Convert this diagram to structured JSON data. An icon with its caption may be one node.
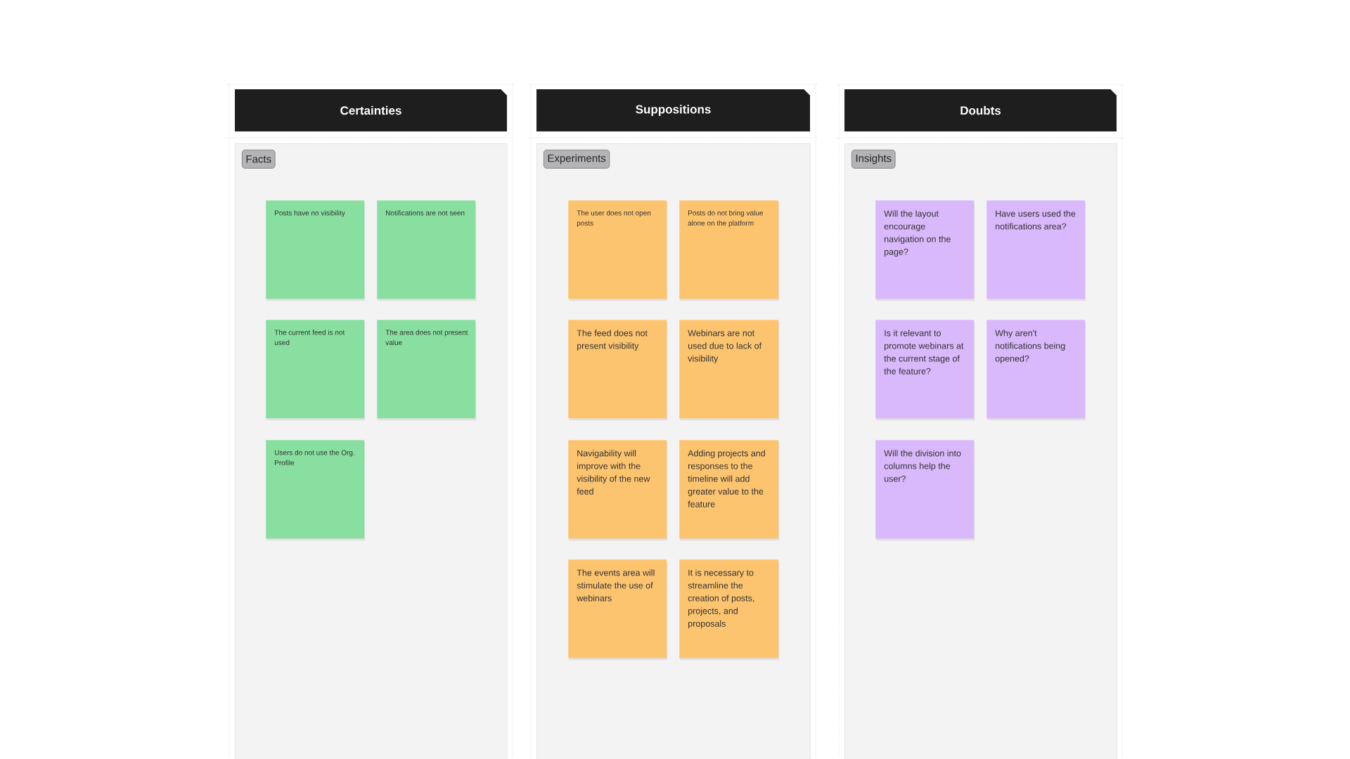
{
  "diagram": {
    "nodes": [
      {
        "text": [
          "Certainties"
        ]
      },
      {
        "text": [],
        "shape": "box"
      },
      {
        "text": [
          "Facts"
        ],
        "in": 1
      },
      {
        "text": [
          "Posts have no visibility"
        ],
        "in": 1
      },
      {
        "text": [
          "Notifications are not seen"
        ],
        "in": 1
      },
      {
        "text": [
          "The current feed is not used"
        ],
        "in": 1
      },
      {
        "text": [
          "The area does not present value"
        ],
        "in": 1
      },
      {
        "text": [
          "Users do not use the Org. Profile"
        ],
        "in": 1
      },
      {
        "text": [
          "Suppositions"
        ]
      },
      {
        "text": [],
        "shape": "box"
      },
      {
        "text": [
          "Experiments"
        ],
        "in": 9
      },
      {
        "text": [
          "The user does not open posts"
        ],
        "in": 9
      },
      {
        "text": [
          "Posts do not bring value alone on the platform"
        ],
        "in": 9
      },
      {
        "text": [
          "The feed does not present visibility"
        ],
        "in": 9
      },
      {
        "text": [
          "Webinars are not used due to lack of visibility"
        ],
        "in": 9
      },
      {
        "text": [
          "Navigability will improve with the visibility of the new feed"
        ],
        "in": 9
      },
      {
        "text": [
          "Adding projects and responses to the timeline will add greater value to the feature"
        ],
        "in": 9
      },
      {
        "text": [
          "The events area will stimulate the use of webinars"
        ],
        "in": 9
      },
      {
        "text": [
          "It is necessary to streamline the creation of posts, projects, and proposals"
        ],
        "in": 9
      },
      {
        "text": [
          "Doubts"
        ]
      },
      {
        "text": [],
        "shape": "box"
      },
      {
        "text": [
          "Insights"
        ],
        "in": 20
      },
      {
        "text": [
          "Will the layout encourage navigation on the page?"
        ],
        "in": 20
      },
      {
        "text": [
          "Have users used the notifications area?"
        ],
        "in": 20
      },
      {
        "text": [
          "Is it relevant to promote webinars at the current stage of the feature?"
        ],
        "in": 20
      },
      {
        "text": [
          "Why aren't notifications being opened?"
        ],
        "in": 20
      },
      {
        "text": [
          "Will the division into columns help the user?"
        ],
        "in": 20
      }
    ],
    "edges": []
  }
}
